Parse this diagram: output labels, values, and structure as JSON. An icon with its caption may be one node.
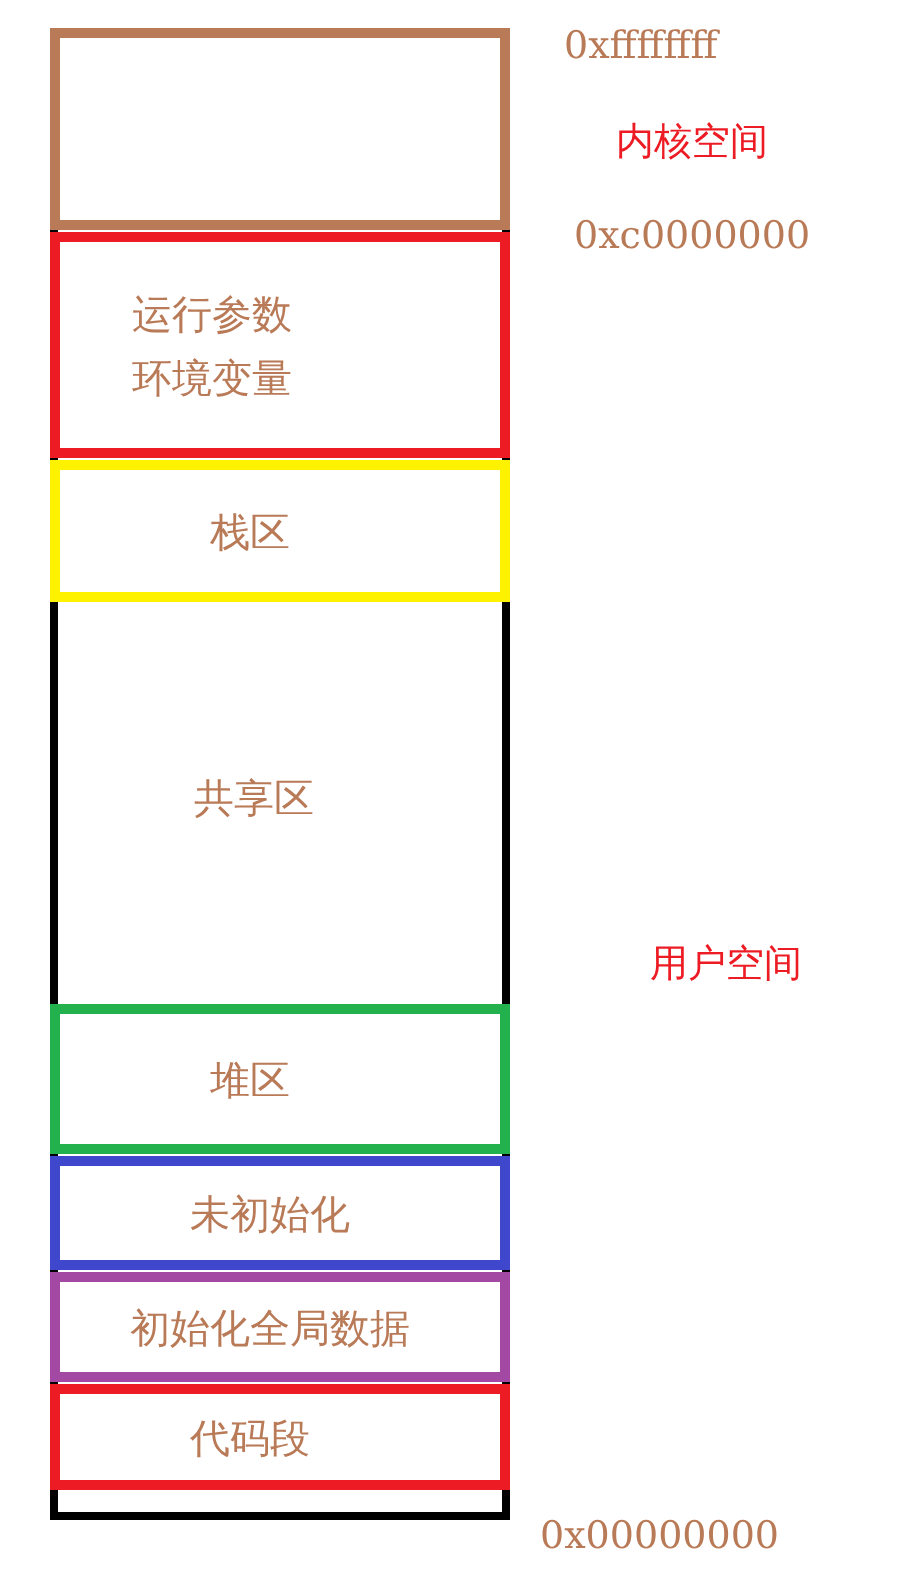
{
  "diagram": {
    "nodes": [
      {
        "text": [
          "共享区"
        ]
      },
      {
        "text": [],
        "shape": "box",
        "in": 0
      },
      {
        "text": [
          "运行参数",
          "环境变量"
        ],
        "in": 0
      },
      {
        "text": [
          "栈区"
        ],
        "in": 0
      },
      {
        "text": [
          "堆区"
        ],
        "in": 0
      },
      {
        "text": [
          "未初始化"
        ],
        "in": 0
      },
      {
        "text": [
          "初始化全局数据"
        ],
        "in": 0
      },
      {
        "text": [
          "代码段"
        ],
        "in": 0
      }
    ],
    "labels": [
      "0xffffffff",
      "内核空间",
      "0xc0000000",
      "用户空间",
      "0x00000000"
    ]
  }
}
